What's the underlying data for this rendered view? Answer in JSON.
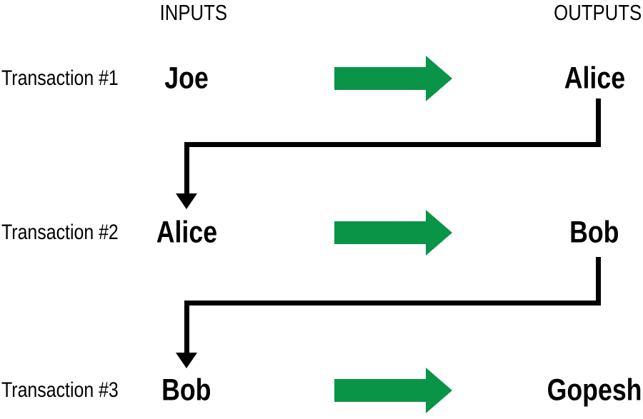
{
  "headers": {
    "inputs": "INPUTS",
    "outputs": "OUTPUTS"
  },
  "transactions": [
    {
      "label": "Transaction #1",
      "input": "Joe",
      "output": "Alice"
    },
    {
      "label": "Transaction #2",
      "input": "Alice",
      "output": "Bob"
    },
    {
      "label": "Transaction #3",
      "input": "Bob",
      "output": "Gopesh"
    }
  ],
  "connectors": [
    {
      "from_output": "Alice",
      "to_input": "Alice"
    },
    {
      "from_output": "Bob",
      "to_input": "Bob"
    }
  ],
  "colors": {
    "flow_arrow": "#0a9448",
    "connector": "#000000",
    "text": "#000000",
    "background": "#ffffff"
  }
}
